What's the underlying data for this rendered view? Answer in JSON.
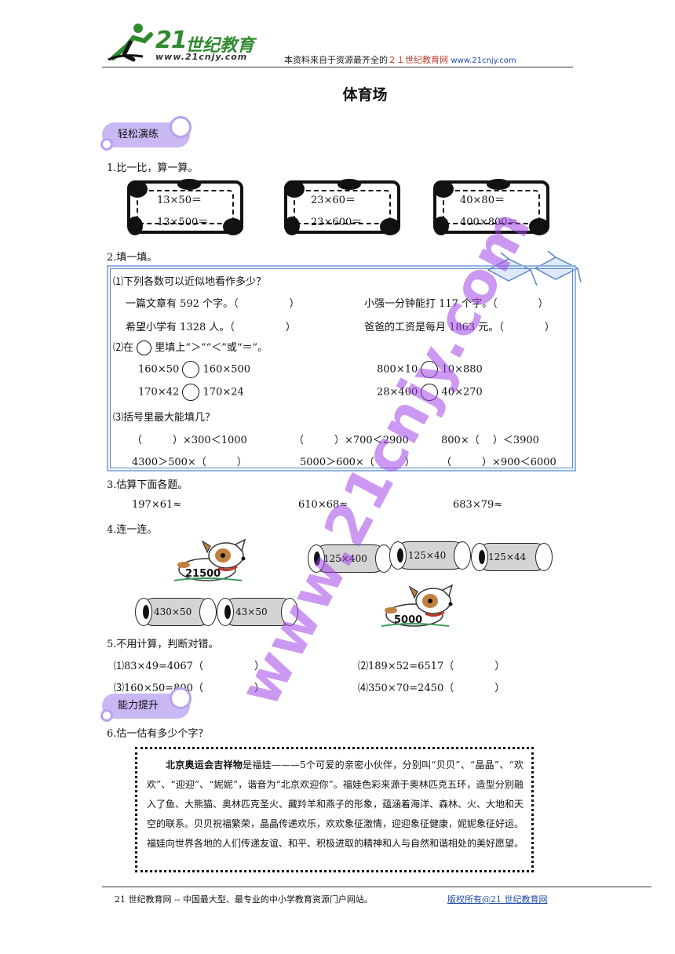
{
  "header": {
    "logo_number": "21",
    "logo_cn": "世纪教育",
    "logo_url": "www.21cnjy.com",
    "notice_prefix": "本资料来自于资源最齐全的",
    "notice_site": "２１世纪教育网",
    "notice_url": "www.21cnjy.com"
  },
  "title": "体育场",
  "sections": {
    "easy": "轻松演练",
    "advanced": "能力提升"
  },
  "q1": {
    "title": "1.比一比，算一算。",
    "boxes": [
      {
        "line1": "13×50＝",
        "line2": "13×500＝"
      },
      {
        "line1": "23×60＝",
        "line2": "23×600＝"
      },
      {
        "line1": "40×80＝",
        "line2": "400×800＝"
      }
    ]
  },
  "q2": {
    "title": "2.填一填。",
    "part1": {
      "title": "⑴下列各数可以近似地看作多少？",
      "items": [
        "一篇文章有 592 个字。（　　　　　）",
        "小强一分钟能打 117 个字。（　　　　）",
        "希望小学有 1328 人。（　　　　　）",
        "爸爸的工资是每月 1863 元。（　　　　）"
      ]
    },
    "part2": {
      "title_a": "⑵在",
      "title_b": "里填上“＞”“＜”或“＝”。",
      "items": [
        {
          "left": "160×50",
          "right": "160×500"
        },
        {
          "left": "800×10",
          "right": "10×880"
        },
        {
          "left": "170×42",
          "right": "170×24"
        },
        {
          "left": "28×400",
          "right": "40×270"
        }
      ]
    },
    "part3": {
      "title": "⑶括号里最大能填几？",
      "items": [
        "（　　　）×300＜1000",
        "（　　　）×700＜2900",
        "800×（　 ）＜3900",
        "4300＞500×（　　　）",
        "5000＞600×（　　　）",
        "（　　　）×900＜6000"
      ]
    }
  },
  "q3": {
    "title": "3.估算下面各题。",
    "items": [
      "197×61≈",
      "610×68≈",
      "683×79≈"
    ]
  },
  "q4": {
    "title": "4.连一连。",
    "dogs": [
      "21500",
      "5000"
    ],
    "bones": [
      "125×400",
      "125×40",
      "125×44",
      "430×50",
      "43×50"
    ]
  },
  "q5": {
    "title": "5.不用计算，判断对错。",
    "items": [
      "⑴83×49=4067（　　　　　）",
      "⑵189×52=6517（　　　　）",
      "⑶160×50=800（　　　　　）",
      "⑷350×70=2450（　　　　）"
    ]
  },
  "q6": {
    "title": "6.估一估有多少个字？",
    "bold_lead": "北京奥运会吉祥物",
    "passage": "是福娃———5个可爱的亲密小伙伴，分别叫“贝贝”、“晶晶”、“欢欢”、“迎迎”、“妮妮”，谐音为“北京欢迎你”。福娃色彩来源于奥林匹克五环，造型分别融入了鱼、大熊猫、奥林匹克圣火、藏羚羊和燕子的形象，蕴涵着海洋、森林、火、大地和天空的联系。贝贝祝福繁荣，晶晶传递欢乐，欢欢象征激情，迎迎象征健康，妮妮象征好运。福娃向世界各地的人们传递友谊、和平、积极进取的精神和人与自然和谐相处的美好愿望。"
  },
  "watermark": "www.21cnjy.com",
  "footer": {
    "text": "21 世纪教育网 -- 中国最大型、最专业的中小学教育资源门户网站。",
    "link": "版权所有@21 世纪教育网"
  },
  "colors": {
    "section_tag": "#c9b8f4",
    "frame_border": "#8fb3e8",
    "watermark": "#a046e6",
    "logo_green": "#2f8a2f",
    "link_blue": "#1e4aa8"
  }
}
